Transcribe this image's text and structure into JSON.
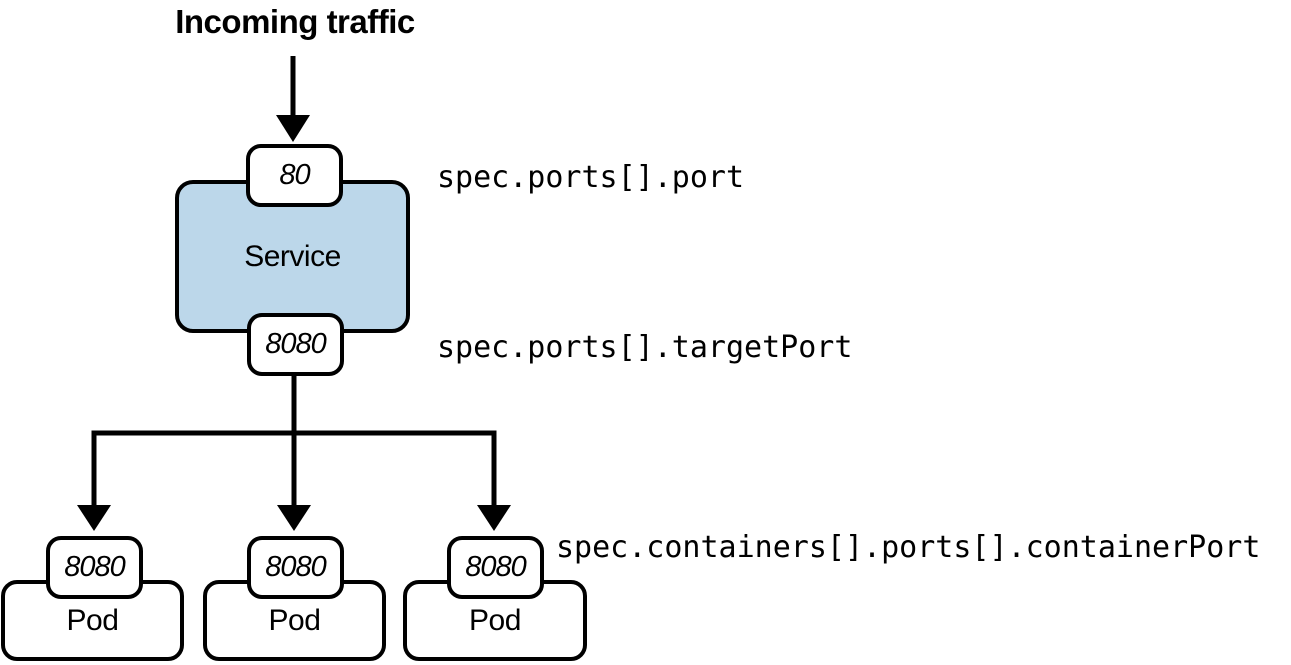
{
  "diagram": {
    "title": "Incoming traffic",
    "service": {
      "label": "Service",
      "incoming_port": "80",
      "target_port": "8080"
    },
    "annotations": {
      "port": "spec.ports[].port",
      "target_port": "spec.ports[].targetPort",
      "container_port": "spec.containers[].ports[].containerPort"
    },
    "pods": [
      {
        "label": "Pod",
        "container_port": "8080"
      },
      {
        "label": "Pod",
        "container_port": "8080"
      },
      {
        "label": "Pod",
        "container_port": "8080"
      }
    ],
    "colors": {
      "service_fill": "#BCD7EA",
      "box_fill": "#FFFFFF",
      "line": "#000000"
    }
  }
}
